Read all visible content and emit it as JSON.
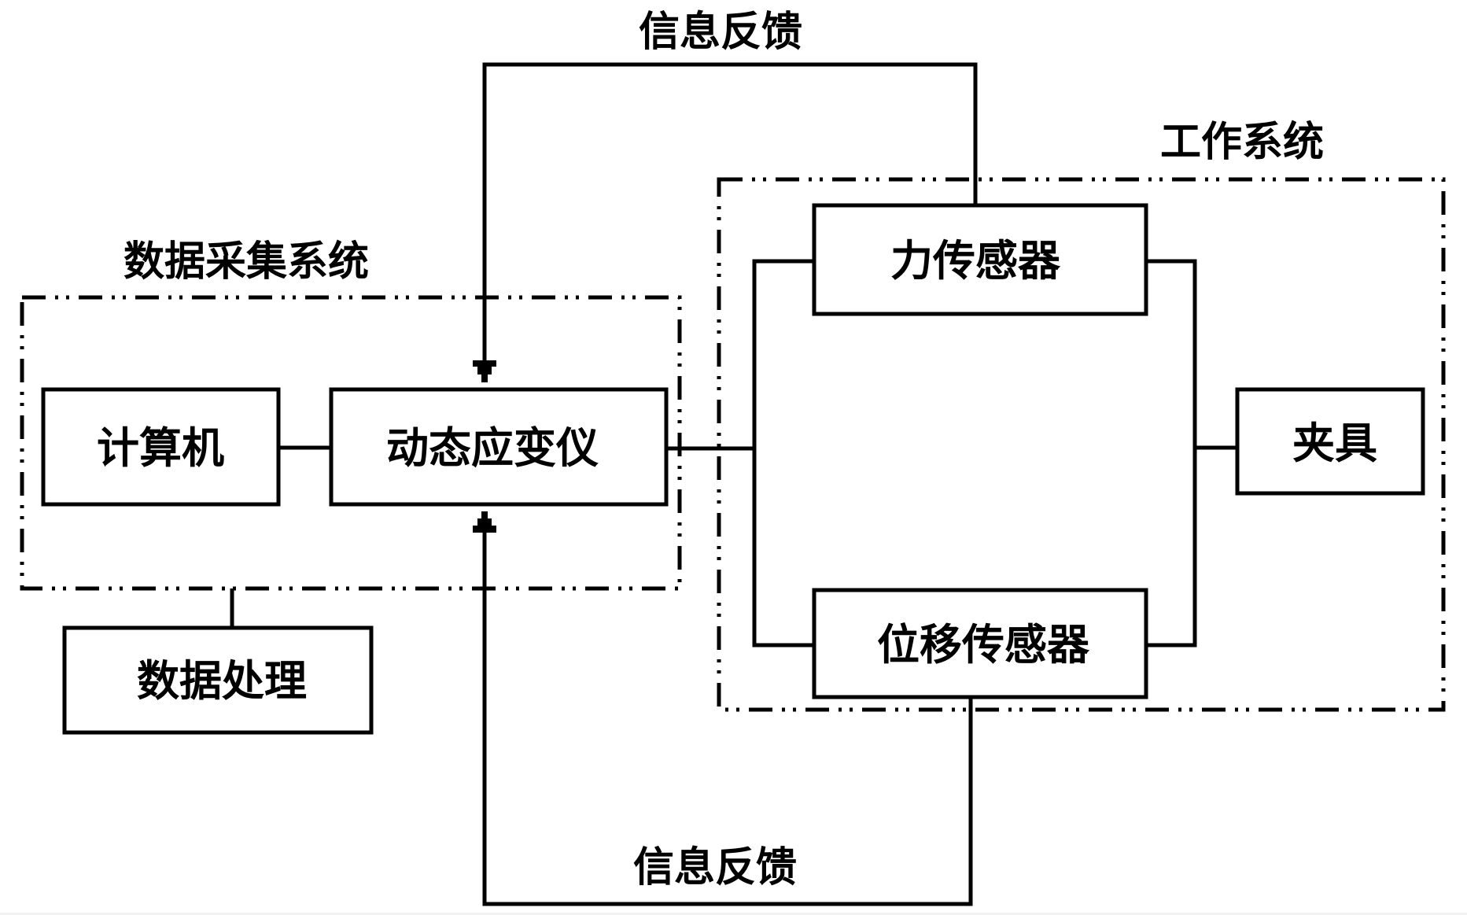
{
  "diagram": {
    "feedback_top_label": "信息反馈",
    "feedback_bottom_label": "信息反馈",
    "groups": {
      "data_acquisition": {
        "label": "数据采集系统"
      },
      "working_system": {
        "label": "工作系统"
      }
    },
    "nodes": {
      "computer": "计算机",
      "strain_gauge": "动态应变仪",
      "data_processing": "数据处理",
      "force_sensor": "力传感器",
      "displacement_sensor": "位移传感器",
      "clamp": "夹具"
    },
    "edges": [
      {
        "from": "computer",
        "to": "strain_gauge",
        "type": "line"
      },
      {
        "from": "data_acquisition",
        "to": "data_processing",
        "type": "line"
      },
      {
        "from": "strain_gauge",
        "to": "force_sensor",
        "type": "line"
      },
      {
        "from": "strain_gauge",
        "to": "displacement_sensor",
        "type": "line"
      },
      {
        "from": "force_sensor",
        "to": "clamp",
        "type": "line"
      },
      {
        "from": "displacement_sensor",
        "to": "clamp",
        "type": "line"
      },
      {
        "from": "force_sensor",
        "to": "strain_gauge",
        "type": "arrow",
        "label": "信息反馈"
      },
      {
        "from": "displacement_sensor",
        "to": "strain_gauge",
        "type": "arrow",
        "label": "信息反馈"
      }
    ]
  }
}
